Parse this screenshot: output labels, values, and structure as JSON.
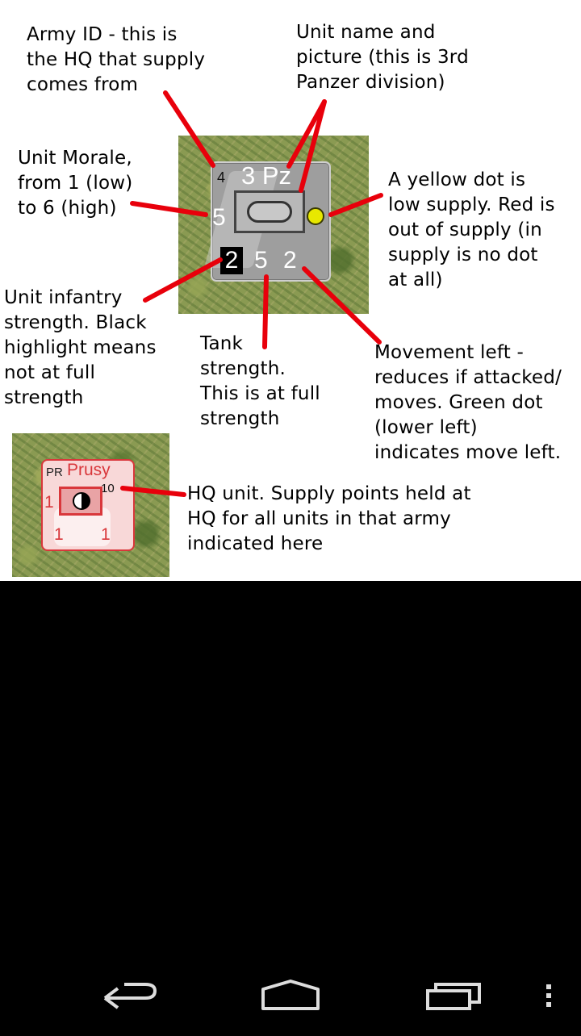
{
  "notes": {
    "army_id": "Army ID - this is\nthe HQ that supply\ncomes from",
    "unit_name": "Unit name and\npicture (this is 3rd\nPanzer division)",
    "morale": "Unit Morale,\nfrom 1 (low)\nto 6 (high)",
    "supply_dot": "A yellow dot is\nlow supply. Red is\nout of supply (in\nsupply is no dot\nat all)",
    "infantry": "Unit infantry\nstrength. Black\nhighlight means\nnot at full\nstrength",
    "tank": "Tank\nstrength.\nThis is at full\nstrength",
    "movement": "Movement left -\nreduces if attacked/\nmoves. Green dot\n(lower left)\nindicates move left.",
    "hq": "HQ unit. Supply points held at\nHQ for all units in that army\nindicated here"
  },
  "unit_counter": {
    "army_id": "4",
    "name": "3 Pz",
    "morale": "5",
    "infantry": "2",
    "tank": "5",
    "movement": "2",
    "supply_status": "low",
    "supply_dot_color": "#e8e800"
  },
  "hq_counter": {
    "nation": "PR",
    "name": "Prusy",
    "supply_points": "10",
    "left_value": "1",
    "bottom_left": "1",
    "bottom_right": "1"
  },
  "colors": {
    "callout_line": "#e8000b",
    "counter_grey": "#9e9e9e",
    "hq_red": "#d9373b",
    "hq_pink": "#f8d8d8"
  },
  "navigation": {
    "back": "back-icon",
    "home": "home-icon",
    "recents": "recent-apps-icon",
    "menu": "overflow-menu-icon"
  }
}
